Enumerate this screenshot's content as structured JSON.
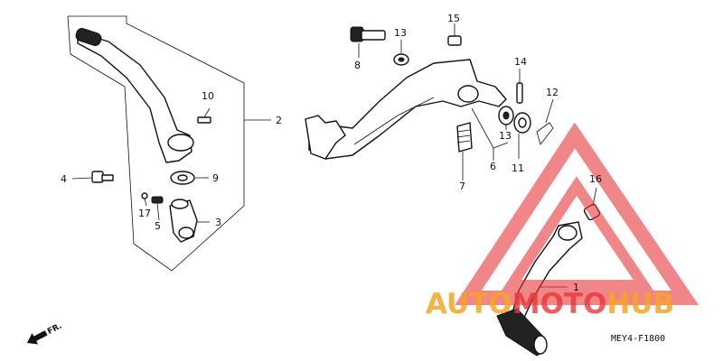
{
  "diagram": {
    "callouts": [
      {
        "id": "1",
        "text": "1"
      },
      {
        "id": "2",
        "text": "2"
      },
      {
        "id": "3",
        "text": "3"
      },
      {
        "id": "4",
        "text": "4"
      },
      {
        "id": "5",
        "text": "5"
      },
      {
        "id": "6",
        "text": "6"
      },
      {
        "id": "7",
        "text": "7"
      },
      {
        "id": "8",
        "text": "8"
      },
      {
        "id": "9",
        "text": "9"
      },
      {
        "id": "10",
        "text": "10"
      },
      {
        "id": "11",
        "text": "11"
      },
      {
        "id": "12",
        "text": "12"
      },
      {
        "id": "13a",
        "text": "13"
      },
      {
        "id": "13b",
        "text": "13"
      },
      {
        "id": "14",
        "text": "14"
      },
      {
        "id": "15",
        "text": "15"
      },
      {
        "id": "16",
        "text": "16"
      },
      {
        "id": "17",
        "text": "17"
      }
    ],
    "front_indicator": "FR.",
    "diagram_code": "MEY4-F1800"
  },
  "watermark": {
    "part1": "AUTO",
    "part2": "MOTO",
    "part3": "HUB",
    "color_orange": "#f5a623",
    "color_red": "#e8373a"
  }
}
